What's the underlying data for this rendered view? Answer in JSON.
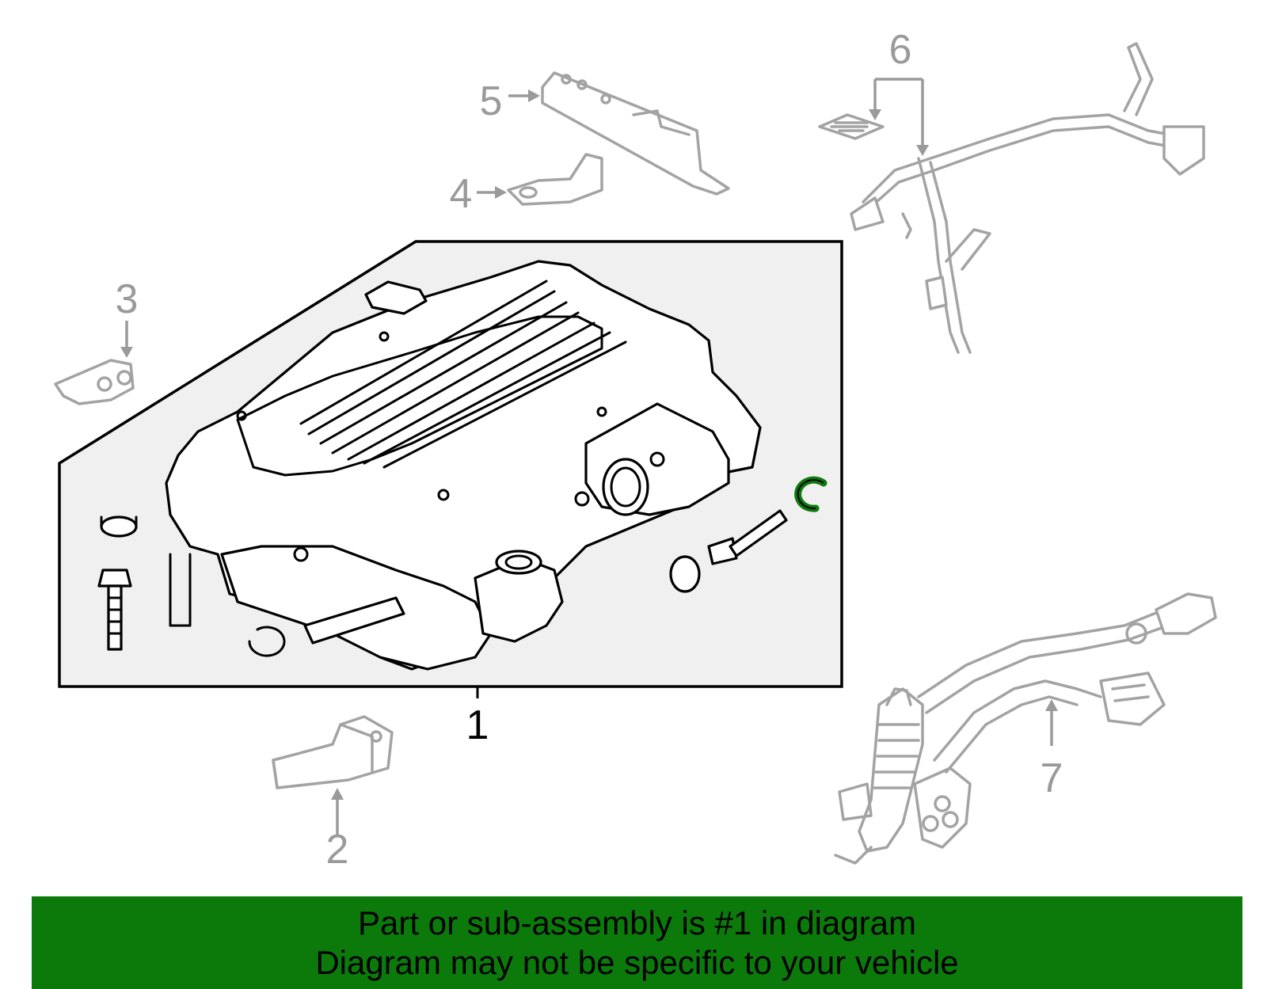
{
  "diagram": {
    "callouts": {
      "c1": "1",
      "c2": "2",
      "c3": "3",
      "c4": "4",
      "c5": "5",
      "c6": "6",
      "c7": "7"
    },
    "highlight_color": "#0b7a0b",
    "main_assembly_fill": "#f0f0f0"
  },
  "banner": {
    "line1": "Part or sub-assembly is #1 in diagram",
    "line2": "Diagram may not be specific to your vehicle",
    "background": "#0b7a0b"
  }
}
